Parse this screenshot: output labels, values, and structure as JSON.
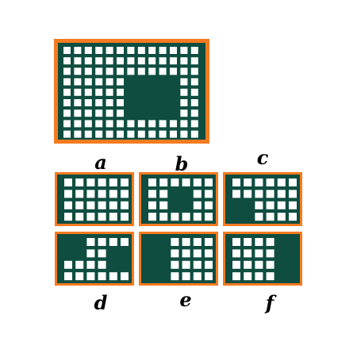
{
  "colors": {
    "frame": "#F57B20",
    "board": "#0E4D40",
    "cell": "#FFFFFF"
  },
  "main_pattern": {
    "rows": 9,
    "cols": 13,
    "missing_block": {
      "row_start": 3,
      "row_end": 6,
      "col_start": 6,
      "col_end": 10
    }
  },
  "labels": {
    "a": "a",
    "b": "b",
    "c": "c",
    "d": "d",
    "e": "e",
    "f": "f"
  },
  "options": [
    {
      "id": "a",
      "grid": [
        [
          1,
          1,
          1,
          1,
          1,
          1
        ],
        [
          1,
          1,
          1,
          1,
          1,
          1
        ],
        [
          1,
          1,
          1,
          1,
          1,
          1
        ],
        [
          1,
          1,
          1,
          1,
          1,
          1
        ]
      ]
    },
    {
      "id": "b",
      "grid": [
        [
          1,
          1,
          1,
          1,
          1,
          1
        ],
        [
          1,
          1,
          0,
          0,
          1,
          1
        ],
        [
          1,
          1,
          0,
          0,
          1,
          1
        ],
        [
          1,
          1,
          1,
          1,
          1,
          1
        ]
      ]
    },
    {
      "id": "c",
      "grid": [
        [
          1,
          1,
          1,
          1,
          1,
          1
        ],
        [
          1,
          1,
          1,
          1,
          1,
          1
        ],
        [
          0,
          0,
          1,
          1,
          1,
          1
        ],
        [
          0,
          0,
          1,
          1,
          1,
          1
        ]
      ]
    },
    {
      "id": "d",
      "grid": [
        [
          0,
          0,
          1,
          1,
          1,
          1
        ],
        [
          0,
          0,
          1,
          1,
          0,
          0
        ],
        [
          1,
          1,
          1,
          1,
          0,
          0
        ],
        [
          1,
          1,
          1,
          1,
          1,
          1
        ]
      ]
    },
    {
      "id": "e",
      "grid": [
        [
          0,
          0,
          1,
          1,
          1,
          1
        ],
        [
          0,
          0,
          1,
          1,
          1,
          1
        ],
        [
          0,
          0,
          1,
          1,
          1,
          1
        ],
        [
          0,
          0,
          1,
          1,
          1,
          1
        ]
      ]
    },
    {
      "id": "f",
      "grid": [
        [
          1,
          1,
          1,
          1,
          0,
          0
        ],
        [
          1,
          1,
          1,
          1,
          0,
          0
        ],
        [
          1,
          1,
          1,
          1,
          0,
          0
        ],
        [
          1,
          1,
          1,
          1,
          0,
          0
        ]
      ]
    }
  ]
}
